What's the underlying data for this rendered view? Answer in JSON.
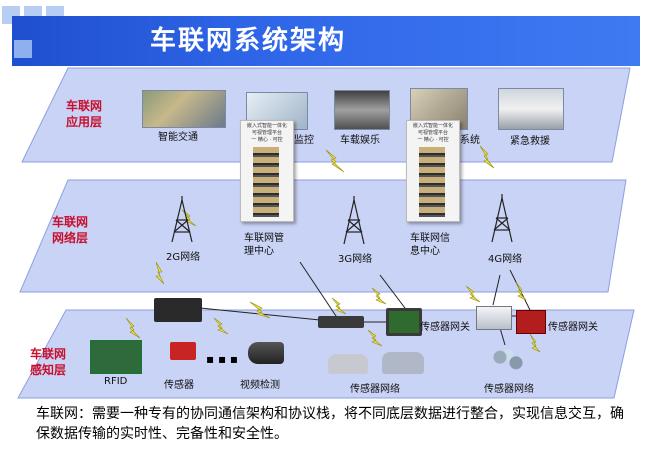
{
  "title": "车联网系统架构",
  "layers": {
    "application": "车联网\n应用层",
    "network": "车联网\n网络层",
    "perception": "车联网\n感知层"
  },
  "app_items": {
    "traffic": "智能交通",
    "control": "监控",
    "entertainment": "车载娱乐",
    "system": "系统",
    "rescue": "紧急救援"
  },
  "centers": {
    "management": "车联网管\n理中心",
    "info": "车联网信\n息中心",
    "card_text": "嵌入式智能一体化\n可视管理平台\n一 精心 · 可控"
  },
  "network_items": {
    "net_2g": "2G网络",
    "net_3g": "3G网络",
    "net_4g": "4G网络"
  },
  "perception_items": {
    "rfid": "RFID",
    "sensor": "传感器",
    "video": "视频检测",
    "sensor_gateway_1": "传感器网关",
    "sensor_gateway_2": "传感器网关",
    "sensor_network_1": "传感器网络",
    "sensor_network_2": "传感器网络"
  },
  "description": "车联网：需要一种专有的协同通信架构和协议栈，将不同底层数据进行整合，实现信息交互，确保数据传输的实时性、完备性和安全性。",
  "colors": {
    "title_bar": "#2f66e8",
    "layer_fill": "#c9d3f5",
    "layer_stroke": "#8d9fe0",
    "layer_label": "#c8102e",
    "lightning": "#e8e040"
  }
}
